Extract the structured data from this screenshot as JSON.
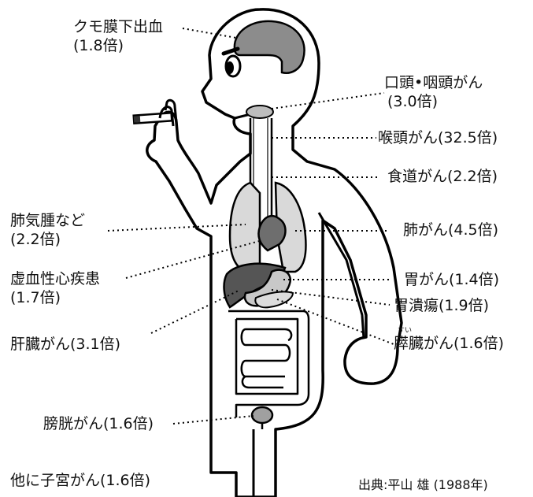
{
  "labels": {
    "subarachnoid": {
      "name": "クモ膜下出血",
      "ratio": "(1.8倍)"
    },
    "oral_pharynx": {
      "name": "口頭•咽頭がん",
      "ratio": "(3.0倍)"
    },
    "larynx": "喉頭がん(32.5倍)",
    "esophagus": "食道がん(2.2倍)",
    "emphysema": {
      "name": "肺気腫など",
      "ratio": "(2.2倍)"
    },
    "lung": "肺がん(4.5倍)",
    "ischemic_heart": {
      "name": "虚血性心疾患",
      "ratio": "(1.7倍)"
    },
    "stomach": "胃がん(1.4倍)",
    "gastric_ulcer": "胃潰瘍(1.9倍)",
    "liver": "肝臓がん(3.1倍)",
    "pancreas": "膵臓がん(1.6倍)",
    "pancreas_ruby": "すい",
    "bladder": "膀胱がん(1.6倍)",
    "uterus": "他に子宮がん(1.6倍)"
  },
  "source": "出典:平山 雄 (1988年)",
  "colors": {
    "outline": "#000000",
    "brain": "#8c8c8c",
    "lung": "#d9d9d9",
    "heart": "#6e6e6e",
    "liver": "#555555",
    "stomach": "#c8c8c8",
    "pancreas": "#dcdcdc",
    "bladder": "#a0a0a0",
    "body": "#ffffff"
  }
}
